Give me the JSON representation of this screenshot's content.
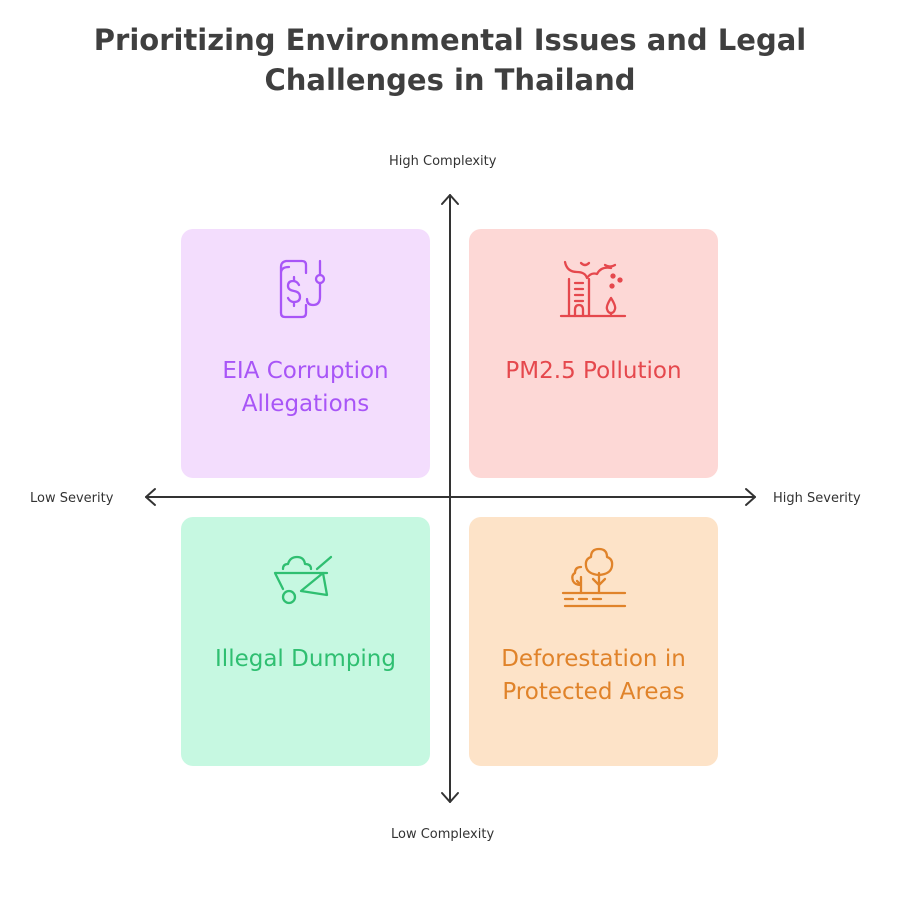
{
  "title": "Prioritizing Environmental Issues and Legal Challenges in Thailand",
  "axes": {
    "y_top": "High Complexity",
    "y_bottom": "Low Complexity",
    "x_left": "Low Severity",
    "x_right": "High Severity"
  },
  "quadrants": [
    {
      "label": "EIA Corruption Allegations",
      "icon": "document-dollar-hook-icon",
      "bg": "#f3ddfd",
      "color": "#a855f7"
    },
    {
      "label": "PM2.5 Pollution",
      "icon": "polluted-city-icon",
      "bg": "#fdd8d6",
      "color": "#e5484d"
    },
    {
      "label": "Illegal Dumping",
      "icon": "wheelbarrow-icon",
      "bg": "#c6f8e1",
      "color": "#2fbf71"
    },
    {
      "label": "Deforestation in Protected Areas",
      "icon": "trees-icon",
      "bg": "#fde3c8",
      "color": "#e0832a"
    }
  ]
}
